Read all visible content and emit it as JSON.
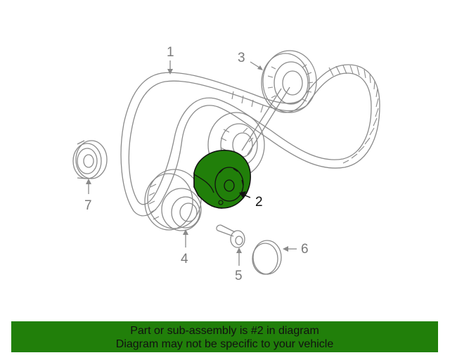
{
  "diagram": {
    "callouts": [
      {
        "id": "1",
        "label": "1",
        "highlighted": false
      },
      {
        "id": "2",
        "label": "2",
        "highlighted": true
      },
      {
        "id": "3",
        "label": "3",
        "highlighted": false
      },
      {
        "id": "4",
        "label": "4",
        "highlighted": false
      },
      {
        "id": "5",
        "label": "5",
        "highlighted": false
      },
      {
        "id": "6",
        "label": "6",
        "highlighted": false
      },
      {
        "id": "7",
        "label": "7",
        "highlighted": false
      }
    ],
    "colors": {
      "line": "#8a8a8a",
      "highlight_fill": "#217f0a",
      "highlight_outline": "#111111"
    }
  },
  "banner": {
    "line1": "Part or sub-assembly is #2 in diagram",
    "line2": "Diagram may not be specific to your vehicle",
    "background": "#217f0a"
  }
}
